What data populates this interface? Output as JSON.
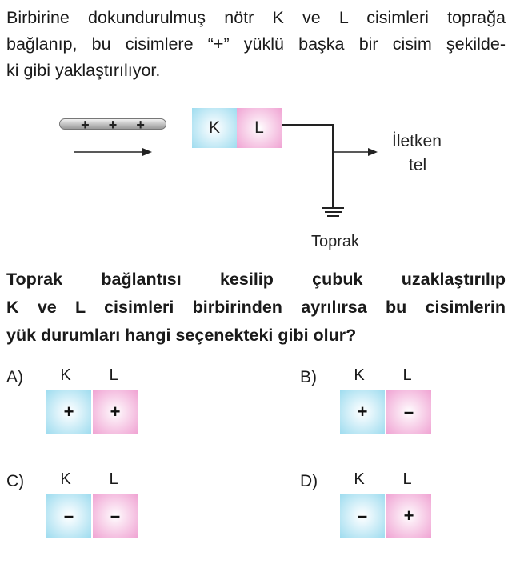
{
  "intro": {
    "line1": "Birbirine dokundurulmuş nötr K ve L cisimleri toprağa",
    "line2": "bağlanıp, bu cisimlere “+” yüklü başka bir cisim şekilde-",
    "line3": "ki gibi yaklaştırılıyor."
  },
  "figure": {
    "rod_charges": [
      "+",
      "+",
      "+"
    ],
    "body_k": "K",
    "body_l": "L",
    "wire_label_1": "İletken",
    "wire_label_2": "tel",
    "ground_label": "Toprak"
  },
  "question": {
    "line1": "Toprak bağlantısı kesilip çubuk uzaklaştırılıp",
    "line2": "K ve L cisimleri birbirinden ayrılırsa bu cisimlerin",
    "line3": "yük durumları hangi seçenekteki gibi olur?"
  },
  "options": [
    {
      "letter": "A)",
      "k_label": "K",
      "l_label": "L",
      "k_sign": "+",
      "l_sign": "+"
    },
    {
      "letter": "B)",
      "k_label": "K",
      "l_label": "L",
      "k_sign": "+",
      "l_sign": "–"
    },
    {
      "letter": "C)",
      "k_label": "K",
      "l_label": "L",
      "k_sign": "–",
      "l_sign": "–"
    },
    {
      "letter": "D)",
      "k_label": "K",
      "l_label": "L",
      "k_sign": "–",
      "l_sign": "+"
    }
  ],
  "colors": {
    "k_body": "#9edcef",
    "l_body": "#f0a3d3",
    "rod": "#bfbfbf"
  }
}
